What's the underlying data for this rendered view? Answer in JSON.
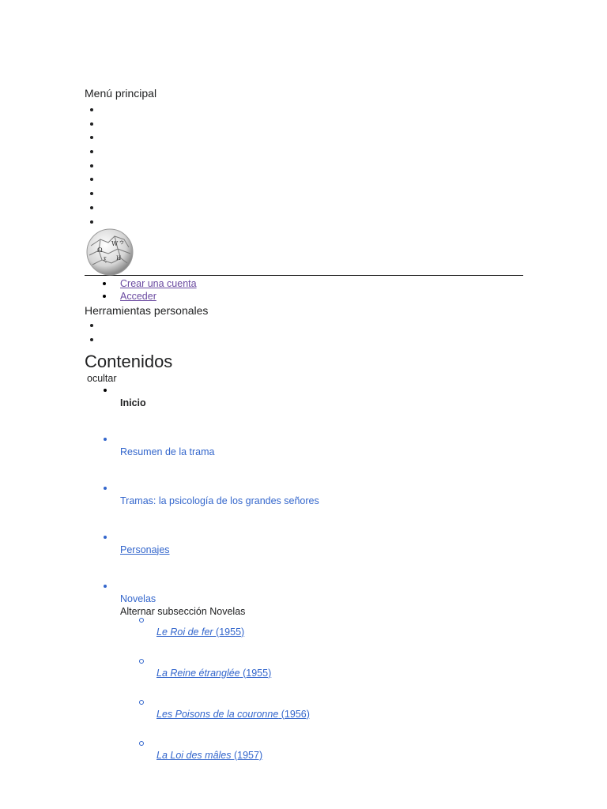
{
  "main_menu": {
    "title": "Menú principal",
    "bullet_count": 9
  },
  "logo": {
    "icon": "wikipedia-globe-icon"
  },
  "account": {
    "create": "Crear una cuenta",
    "login": "Acceder"
  },
  "personal_tools": {
    "title": "Herramientas personales",
    "bullet_count": 2
  },
  "toc": {
    "title": "Contenidos",
    "toggle": "ocultar",
    "items": [
      {
        "label": "Inicio"
      },
      {
        "label": "Resumen de la trama"
      },
      {
        "label": "Tramas: la psicología de los grandes señores"
      },
      {
        "label": "Personajes"
      },
      {
        "label": "Novelas",
        "toggle": "Alternar subsección Novelas"
      }
    ],
    "novelas": [
      {
        "title": "Le Roi de fer",
        "year": " (1955)"
      },
      {
        "title": "La Reine étranglée",
        "year": " (1955)"
      },
      {
        "title": "Les Poisons de la couronne",
        "year": " (1956)"
      },
      {
        "title": "La Loi des mâles",
        "year": " (1957)"
      }
    ]
  },
  "colors": {
    "link": "#3366cc",
    "visited": "#6b4ba1",
    "text": "#202122"
  }
}
